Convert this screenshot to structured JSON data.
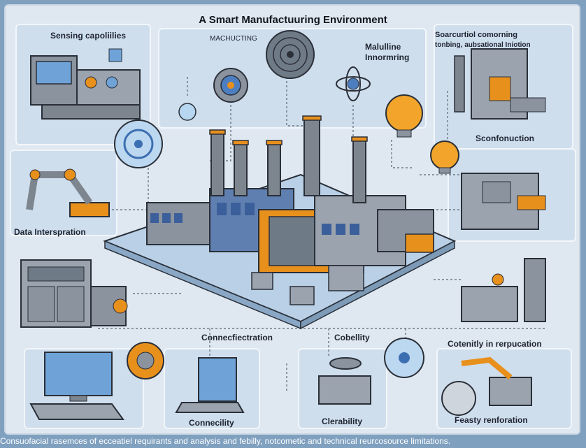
{
  "title": "A Smart Manufactuuring Environment",
  "labels": {
    "sensing": "Sensing capoliilies",
    "machining": "MACHUCTING",
    "monitoring_1": "Malulline",
    "monitoring_2": "Innormring",
    "top_right_1": "Soarcurtiol comorning",
    "top_right_2": "tonbing, aubsational Iniotion",
    "sconfonuction": "Sconfonuction",
    "data_interpretation": "Data Interspration",
    "connectification": "Connecfiectration",
    "cobellity": "Cobellity",
    "cotenity": "Cotenitly in rerpucation",
    "connecility": "Connecility",
    "clerability": "Clerability",
    "feasty": "Feasty renforation"
  },
  "caption": "Consuofacial rasemces of ecceatiel requirants and analysis and febilly, notcometic and technical reurcosource limitations.",
  "colors": {
    "page_bg": "#7fa0bf",
    "panel": "#cfdeed",
    "accent_orange": "#e8901c",
    "steel": "#8a939e",
    "outline": "#2a2f38"
  },
  "icons": [
    "control-console-icon",
    "robot-arm-icon",
    "server-rack-icon",
    "laptop-icon",
    "monitor-icon",
    "factory-icon",
    "lightbulb-icon",
    "gear-icon",
    "atom-icon",
    "spiral-icon"
  ]
}
